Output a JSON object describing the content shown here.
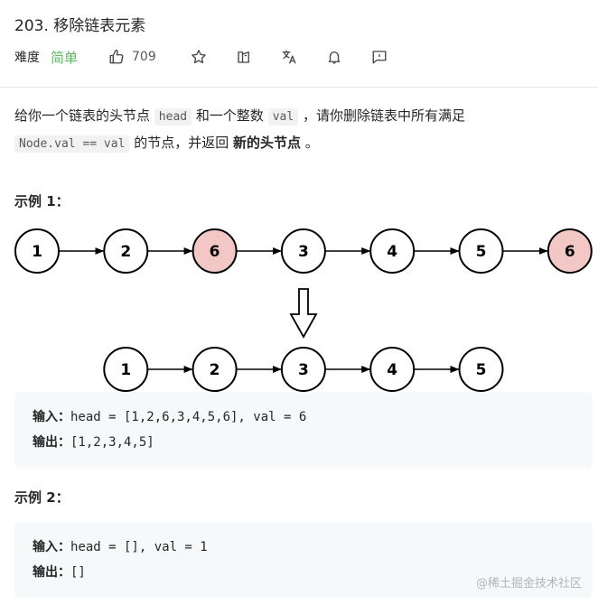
{
  "problem": {
    "title": "203. 移除链表元素",
    "difficulty_label": "难度",
    "difficulty": "简单",
    "likes": "709"
  },
  "toolbar": {
    "icons": [
      "thumb-up-icon",
      "star-icon",
      "share-icon",
      "translate-icon",
      "bell-icon",
      "feedback-icon"
    ]
  },
  "description": {
    "p1": "给你一个链表的头节点",
    "code_head": "head",
    "p2": "和一个整数",
    "code_val": "val",
    "p3": "，请你删除链表中所有满足",
    "code_cond": "Node.val == val",
    "p4": "的节点，并返回",
    "bold": "新的头节点",
    "p5": "。"
  },
  "example1": {
    "title": "示例 1：",
    "input_list": [
      "1",
      "2",
      "6",
      "3",
      "4",
      "5",
      "6"
    ],
    "removed_value": "6",
    "output_list": [
      "1",
      "2",
      "3",
      "4",
      "5"
    ],
    "input_label": "输入：",
    "input_value": "head = [1,2,6,3,4,5,6], val = 6",
    "output_label": "输出：",
    "output_value": "[1,2,3,4,5]"
  },
  "example2": {
    "title": "示例 2：",
    "input_label": "输入：",
    "input_value": "head = [], val = 1",
    "output_label": "输出：",
    "output_value": "[]"
  },
  "colors": {
    "removed_fill": "#f4c7c7",
    "node_stroke": "#000000",
    "accent_green": "#5cb85c"
  },
  "watermark": "@稀土掘金技术社区"
}
